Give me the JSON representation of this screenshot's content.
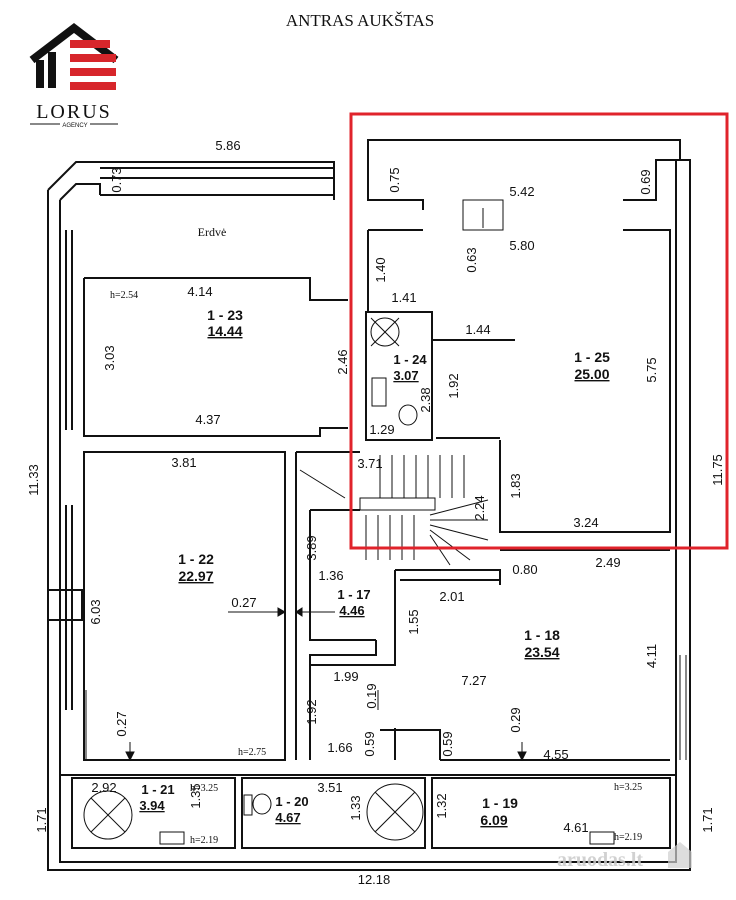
{
  "header": {
    "title": "ANTRAS AUKŠTAS"
  },
  "brand": {
    "name": "LORUS",
    "tagline": "AGENCY",
    "color": "#d7262b"
  },
  "watermark": {
    "text": "aruodas.lt"
  },
  "highlight": {
    "color": "#e0232b"
  },
  "rooms": {
    "erdve": "Erdvė",
    "r23": {
      "id": "1 - 23",
      "area": "14.44",
      "h": "h=2.54"
    },
    "r24": {
      "id": "1 - 24",
      "area": "3.07"
    },
    "r25": {
      "id": "1 - 25",
      "area": "25.00"
    },
    "r22": {
      "id": "1 - 22",
      "area": "22.97",
      "h": "h=2.75"
    },
    "r17": {
      "id": "1 - 17",
      "area": "4.46"
    },
    "r18": {
      "id": "1 - 18",
      "area": "23.54"
    },
    "r21": {
      "id": "1 - 21",
      "area": "3.94",
      "h1": "h=3.25",
      "h2": "h=2.19"
    },
    "r20": {
      "id": "1 - 20",
      "area": "4.67"
    },
    "r19": {
      "id": "1 - 19",
      "area": "6.09",
      "h1": "h=3.25",
      "h2": "h=2.19"
    }
  },
  "dims": {
    "d586": "5.86",
    "d073": "0.73",
    "d075": "0.75",
    "d542": "5.42",
    "d069": "0.69",
    "d063": "0.63",
    "d580": "5.80",
    "d140": "1.40",
    "d414": "4.14",
    "d141": "1.41",
    "d144": "1.44",
    "d303": "3.03",
    "d246": "2.46",
    "d238": "2.38",
    "d192a": "1.92",
    "d575": "5.75",
    "d437": "4.37",
    "d129": "1.29",
    "d1175": "11.75",
    "d1133": "11.33",
    "d381": "3.81",
    "d371": "3.71",
    "d183": "1.83",
    "d224": "2.24",
    "d324": "3.24",
    "d389": "3.89",
    "d136": "1.36",
    "d080": "0.80",
    "d249": "2.49",
    "d603": "6.03",
    "d027a": "0.27",
    "d201": "2.01",
    "d155": "1.55",
    "d411": "4.11",
    "d199": "1.99",
    "d019": "0.19",
    "d727": "7.27",
    "d027b": "0.27",
    "d192b": "1.92",
    "d029": "0.29",
    "d166": "1.66",
    "d059a": "0.59",
    "d059b": "0.59",
    "d455": "4.55",
    "d292": "2.92",
    "d351": "3.51",
    "d135": "1.35",
    "d133": "1.33",
    "d132": "1.32",
    "d461": "4.61",
    "d171a": "1.71",
    "d171b": "1.71",
    "d1218": "12.18"
  }
}
